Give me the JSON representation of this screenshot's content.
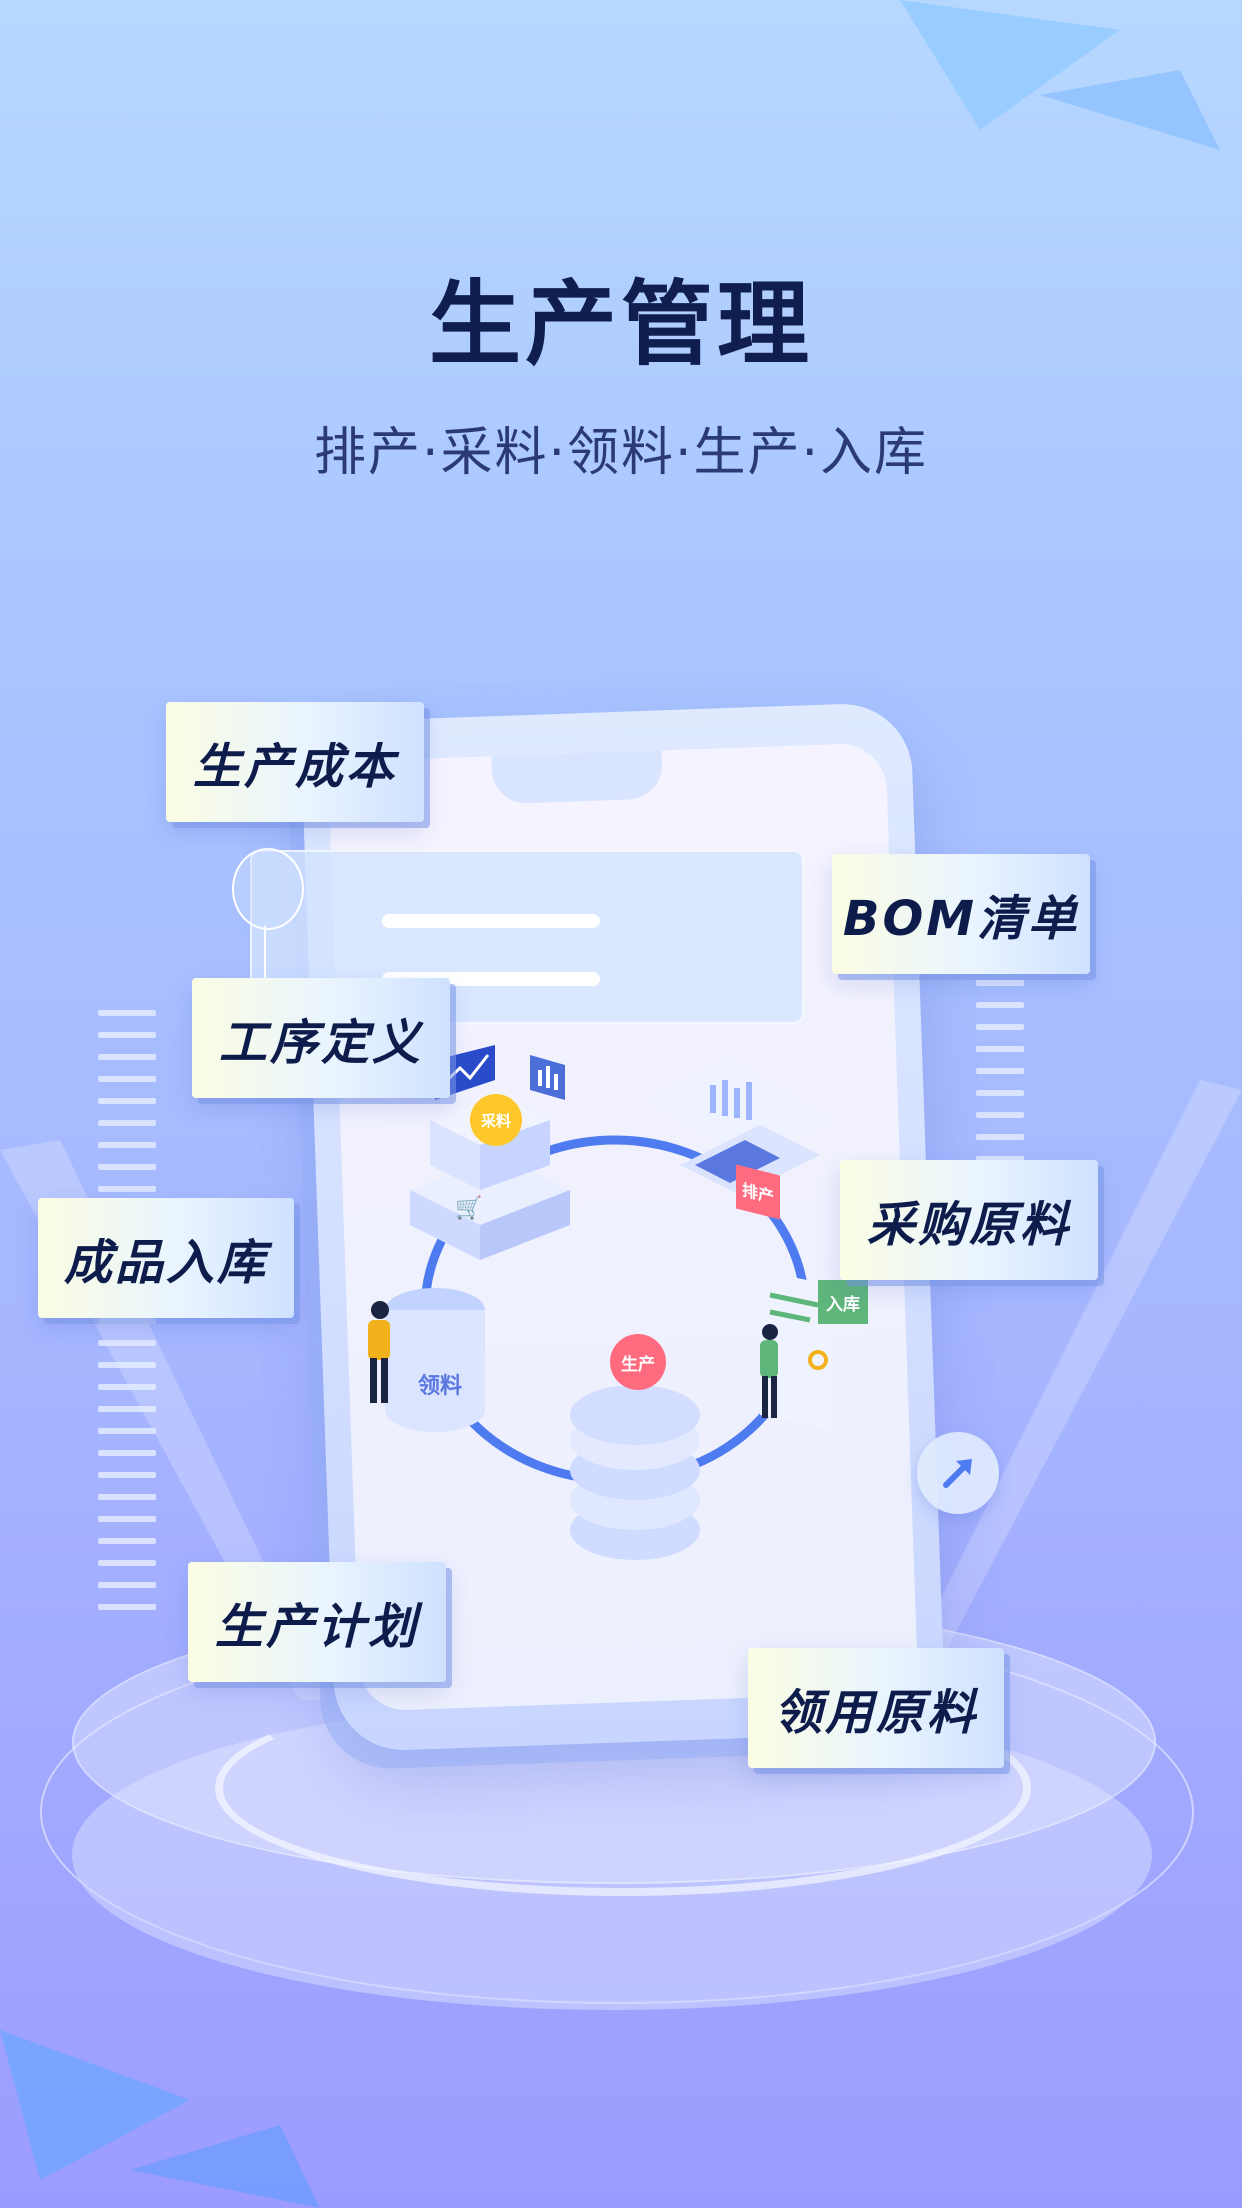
{
  "header": {
    "title": "生产管理",
    "subtitle": "排产·采料·领料·生产·入库"
  },
  "tags": {
    "cost": "生产成本",
    "bom": "BOM清单",
    "process": "工序定义",
    "purchase": "采购原料",
    "warehousing": "成品入库",
    "plan": "生产计划",
    "requisition": "领用原料"
  },
  "illustration": {
    "badge_purchase": "采料",
    "badge_schedule": "排产",
    "badge_inbound": "入库",
    "badge_requisition": "领料",
    "badge_production": "生产"
  },
  "colors": {
    "title": "#0f1d4f",
    "cycle_ring": "#4e7cf0",
    "badge_yellow": "#ffc82a",
    "badge_red": "#ff6b7e",
    "badge_green": "#5fb67a"
  }
}
